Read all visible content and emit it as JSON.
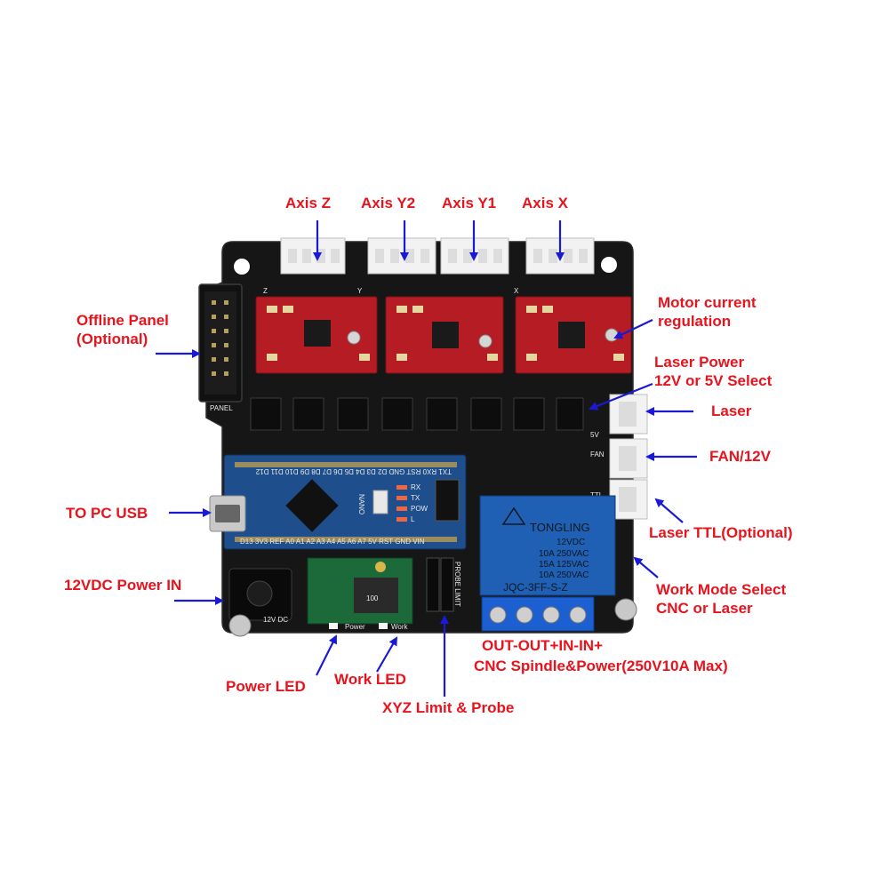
{
  "labels": {
    "axis_z": "Axis Z",
    "axis_y2": "Axis Y2",
    "axis_y1": "Axis Y1",
    "axis_x": "Axis X",
    "offline_panel_1": "Offline Panel",
    "offline_panel_2": "(Optional)",
    "motor_current_1": "Motor current",
    "motor_current_2": "regulation",
    "laser_power_1": "Laser Power",
    "laser_power_2": "12V or 5V Select",
    "laser": "Laser",
    "fan": "FAN/12V",
    "to_pc_usb": "TO PC USB",
    "laser_ttl": "Laser TTL(Optional)",
    "power_in": "12VDC Power IN",
    "work_mode_1": "Work Mode Select",
    "work_mode_2": "CNC or Laser",
    "out_in": "OUT-OUT+IN-IN+",
    "spindle": "CNC Spindle&Power(250V10A Max)",
    "power_led": "Power LED",
    "work_led": "Work LED",
    "limit_probe": "XYZ Limit & Probe"
  },
  "board": {
    "silk_z": "Z",
    "silk_y": "Y",
    "silk_x": "X",
    "silk_panel": "PANEL",
    "silk_12vdc": "12V DC",
    "silk_power": "Power",
    "silk_work": "Work",
    "silk_probe_limit": "PROBE LIMIT",
    "silk_5v": "5V",
    "silk_ttl": "TTL",
    "silk_fan": "FAN",
    "nano_top_pins": "TX1 RX0 RST GND D2 D3 D4 D5 D6 D7 D8 D9 D10 D11 D12",
    "nano_bottom_pins": "D13 3V3 REF A0 A1 A2 A3 A4 A5 A6 A7 5V RST GND VIN",
    "nano_name": "NANO",
    "nano_led_rx": "RX",
    "nano_led_tx": "TX",
    "nano_led_pow": "POW",
    "nano_led_l": "L",
    "buck_value": "100",
    "relay_brand": "TONGLING",
    "relay_l1": "12VDC",
    "relay_l2": "10A 250VAC",
    "relay_l3": "15A 125VAC",
    "relay_l4": "10A 250VAC",
    "relay_model": "JQC-3FF-S-Z"
  },
  "colors": {
    "label_red": "#e8131c",
    "arrow_blue": "#1a1ad6",
    "pcb_black": "#161616",
    "driver_red": "#b51c24",
    "nano_blue": "#1e4e8c",
    "relay_blue": "#1f5fb4",
    "terminal_blue": "#1b5fd0",
    "connector_white": "#f2f2f2"
  }
}
